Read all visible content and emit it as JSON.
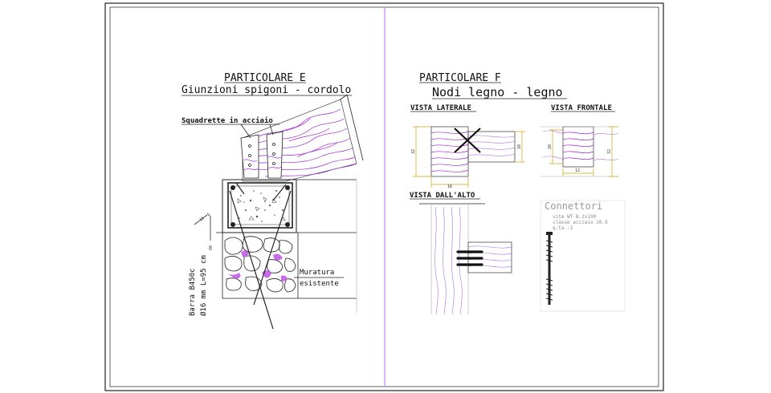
{
  "detail_e": {
    "title": "PARTICOLARE E",
    "subtitle": "Giunzioni spigoni - cordolo",
    "brackets_label": "Squadrette in acciaio",
    "masonry_label_1": "Muratura",
    "masonry_label_2": "esistente",
    "bar_label_1": "Barra B450c",
    "bar_label_2": "Ø16 mm L=95 cm",
    "dim_80": "80",
    "dim_15": "15"
  },
  "detail_f": {
    "title": "PARTICOLARE F",
    "subtitle": "Nodi legno - legno",
    "view_side": "VISTA LATERALE",
    "view_front": "VISTA FRONTALE",
    "view_top": "VISTA DALL'ALTO",
    "dims": {
      "side_h_left": "32",
      "side_h_right": "28",
      "side_w": "16",
      "front_h_left": "28",
      "front_h_right": "32",
      "front_w": "12"
    },
    "connectors": {
      "title": "Connettori",
      "line1": "vite WT 8.2x190",
      "line2": "classe acciaio 10.9",
      "line3": "q.ta :3"
    }
  },
  "colors": {
    "frame": "#222222",
    "divider": "#c58be8",
    "wood_grain": "#a020d0",
    "dimension": "#d3a300"
  }
}
